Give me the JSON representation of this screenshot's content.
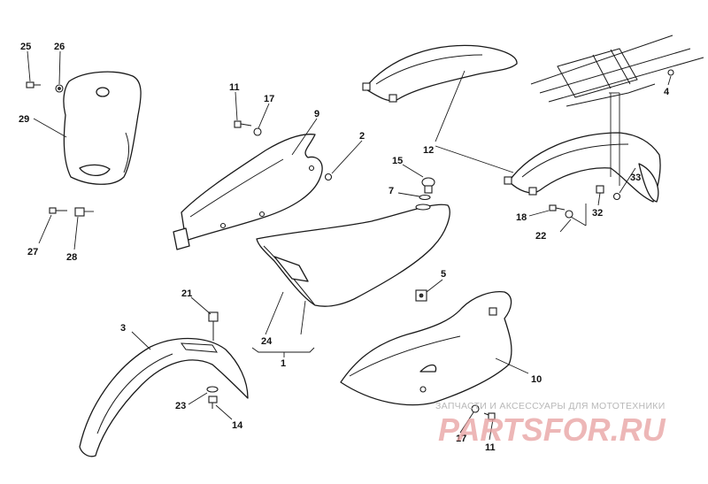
{
  "callouts": {
    "c25": "25",
    "c26": "26",
    "c29": "29",
    "c27": "27",
    "c28": "28",
    "c11a": "11",
    "c17a": "17",
    "c9": "9",
    "c2": "2",
    "c15": "15",
    "c7": "7",
    "c12": "12",
    "c4": "4",
    "c33": "33",
    "c18": "18",
    "c32": "32",
    "c22": "22",
    "c21": "21",
    "c3": "3",
    "c23": "23",
    "c14": "14",
    "c24": "24",
    "c1": "1",
    "c5": "5",
    "c10": "10",
    "c17b": "17",
    "c11b": "11"
  },
  "watermark": {
    "caption": "ЗАПЧАСТИ И АКСЕССУАРЫ ДЛЯ МОТОТЕХНИКИ",
    "logo_text": "PARTSFOR.RU",
    "logo_color": "#e8a0a0"
  }
}
